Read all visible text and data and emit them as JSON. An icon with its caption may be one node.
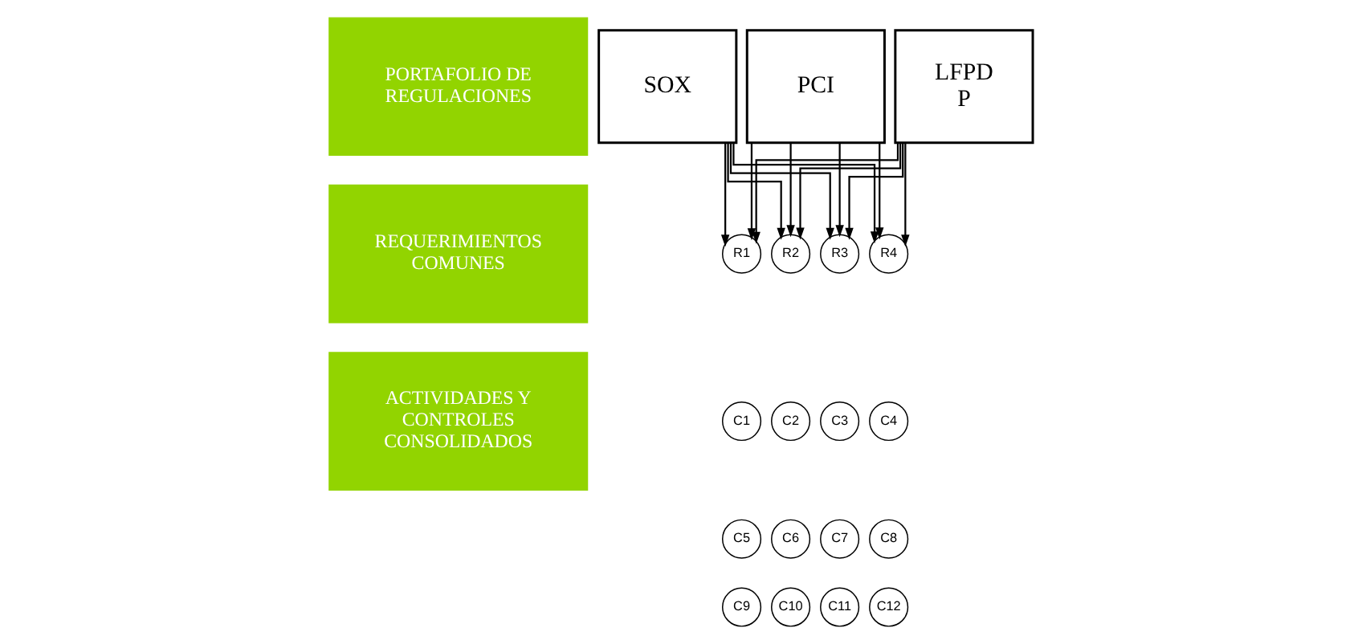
{
  "diagram": {
    "nodes": [
      {
        "text": [
          "PORTAFOLIO DE REGULACIONES"
        ]
      },
      {
        "text": [
          "REQUERIMIENTOS COMUNES"
        ]
      },
      {
        "text": [
          "ACTIVIDADES Y CONTROLES CONSOLIDADOS"
        ]
      },
      {
        "text": [
          "SOX"
        ]
      },
      {
        "text": [
          "PCI"
        ]
      },
      {
        "text": [
          "LFPD P"
        ]
      },
      {
        "text": [
          "R1"
        ]
      },
      {
        "text": [
          "R2"
        ]
      },
      {
        "text": [
          "R3"
        ]
      },
      {
        "text": [
          "R4"
        ]
      },
      {
        "text": [
          "C1"
        ]
      },
      {
        "text": [
          "C2"
        ]
      },
      {
        "text": [
          "C3"
        ]
      },
      {
        "text": [
          "C4"
        ]
      },
      {
        "text": [
          "C5"
        ]
      },
      {
        "text": [
          "C6"
        ]
      },
      {
        "text": [
          "C7"
        ]
      },
      {
        "text": [
          "C8"
        ]
      },
      {
        "text": [
          "C9"
        ]
      },
      {
        "text": [
          "C10"
        ]
      },
      {
        "text": [
          "C11"
        ]
      },
      {
        "text": [
          "C12"
        ]
      }
    ],
    "edges": [
      {
        "from": 3,
        "to": 6,
        "arrow": "to"
      },
      {
        "from": 3,
        "to": 7,
        "arrow": "to"
      },
      {
        "from": 3,
        "to": 8,
        "arrow": "to"
      },
      {
        "from": 3,
        "to": 9,
        "arrow": "to"
      },
      {
        "from": 4,
        "to": 6,
        "arrow": "to"
      },
      {
        "from": 4,
        "to": 7,
        "arrow": "to"
      },
      {
        "from": 4,
        "to": 8,
        "arrow": "to"
      },
      {
        "from": 4,
        "to": 9,
        "arrow": "to"
      },
      {
        "from": 5,
        "to": 6,
        "arrow": "to"
      },
      {
        "from": 5,
        "to": 7,
        "arrow": "to"
      },
      {
        "from": 5,
        "to": 8,
        "arrow": "to"
      },
      {
        "from": 5,
        "to": 9,
        "arrow": "to"
      }
    ]
  }
}
